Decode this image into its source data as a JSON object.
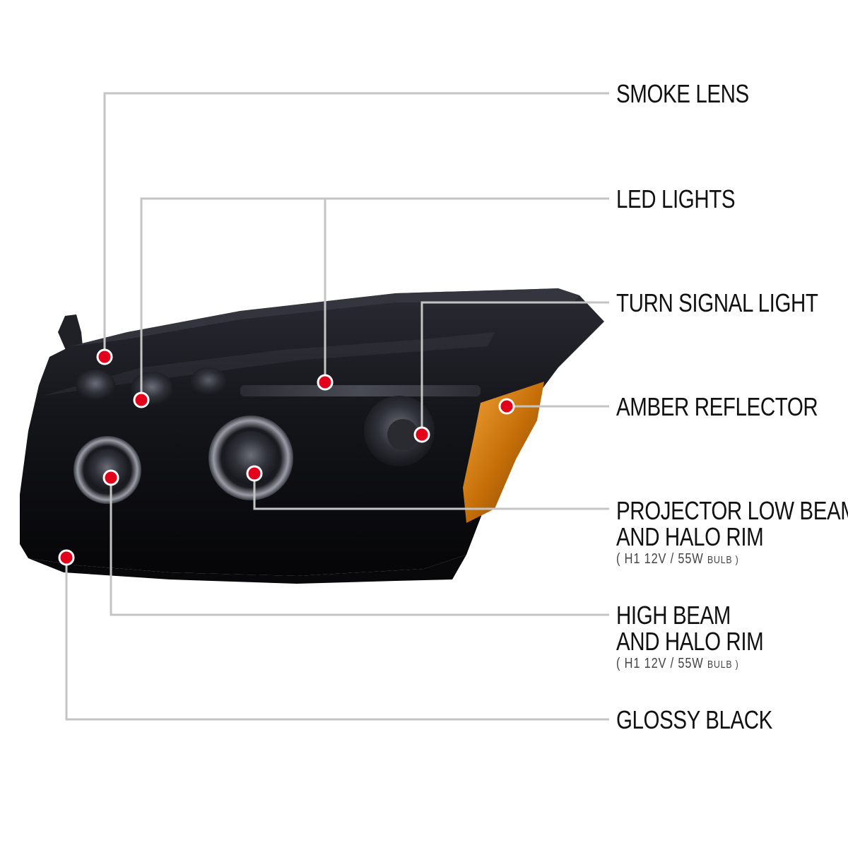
{
  "labels": {
    "smoke_lens": "SMOKE LENS",
    "led_lights": "LED LIGHTS",
    "turn_signal": "TURN SIGNAL LIGHT",
    "amber_reflector": "AMBER REFLECTOR",
    "projector_line1": "PROJECTOR LOW BEAM",
    "projector_line2": "AND HALO RIM",
    "projector_spec": "( H1  12V / 55W",
    "projector_spec_unit": "BULB )",
    "high_beam_line1": "HIGH BEAM",
    "high_beam_line2": "AND HALO RIM",
    "high_beam_spec": "( H1  12V / 55W",
    "high_beam_spec_unit": "BULB )",
    "glossy_black": "GLOSSY BLACK"
  },
  "colors": {
    "leader_line": "#c4c4c4",
    "marker": "#e3001b",
    "marker_ring": "#ffffff",
    "housing": "#151519",
    "amber": "#d9830f",
    "text": "#111111"
  }
}
